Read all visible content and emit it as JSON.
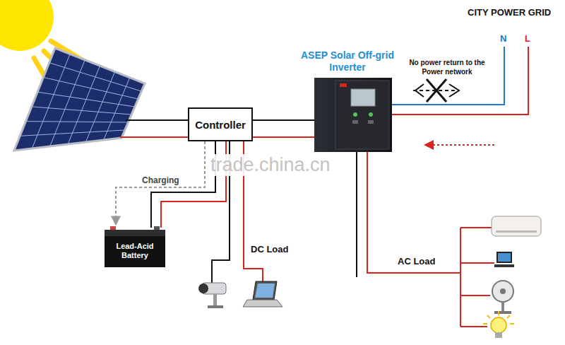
{
  "diagram": {
    "nodes": [
      {
        "text": [
          "ASEP Solar Off-grid Inverter"
        ]
      },
      {
        "text": [
          "Controller"
        ]
      },
      {
        "text": [
          "Lead-Acid Battery"
        ]
      }
    ],
    "edges": [
      {
        "from": 1,
        "to": 0,
        "arrow": "none"
      },
      {
        "from": 1,
        "to": 2,
        "arrow": "to",
        "label": "Charging"
      }
    ],
    "labels": [
      "CITY POWER GRID",
      "N",
      "L",
      "No power return to the Power network",
      "trade.china.cn",
      "DC Load",
      "AC Load"
    ]
  }
}
